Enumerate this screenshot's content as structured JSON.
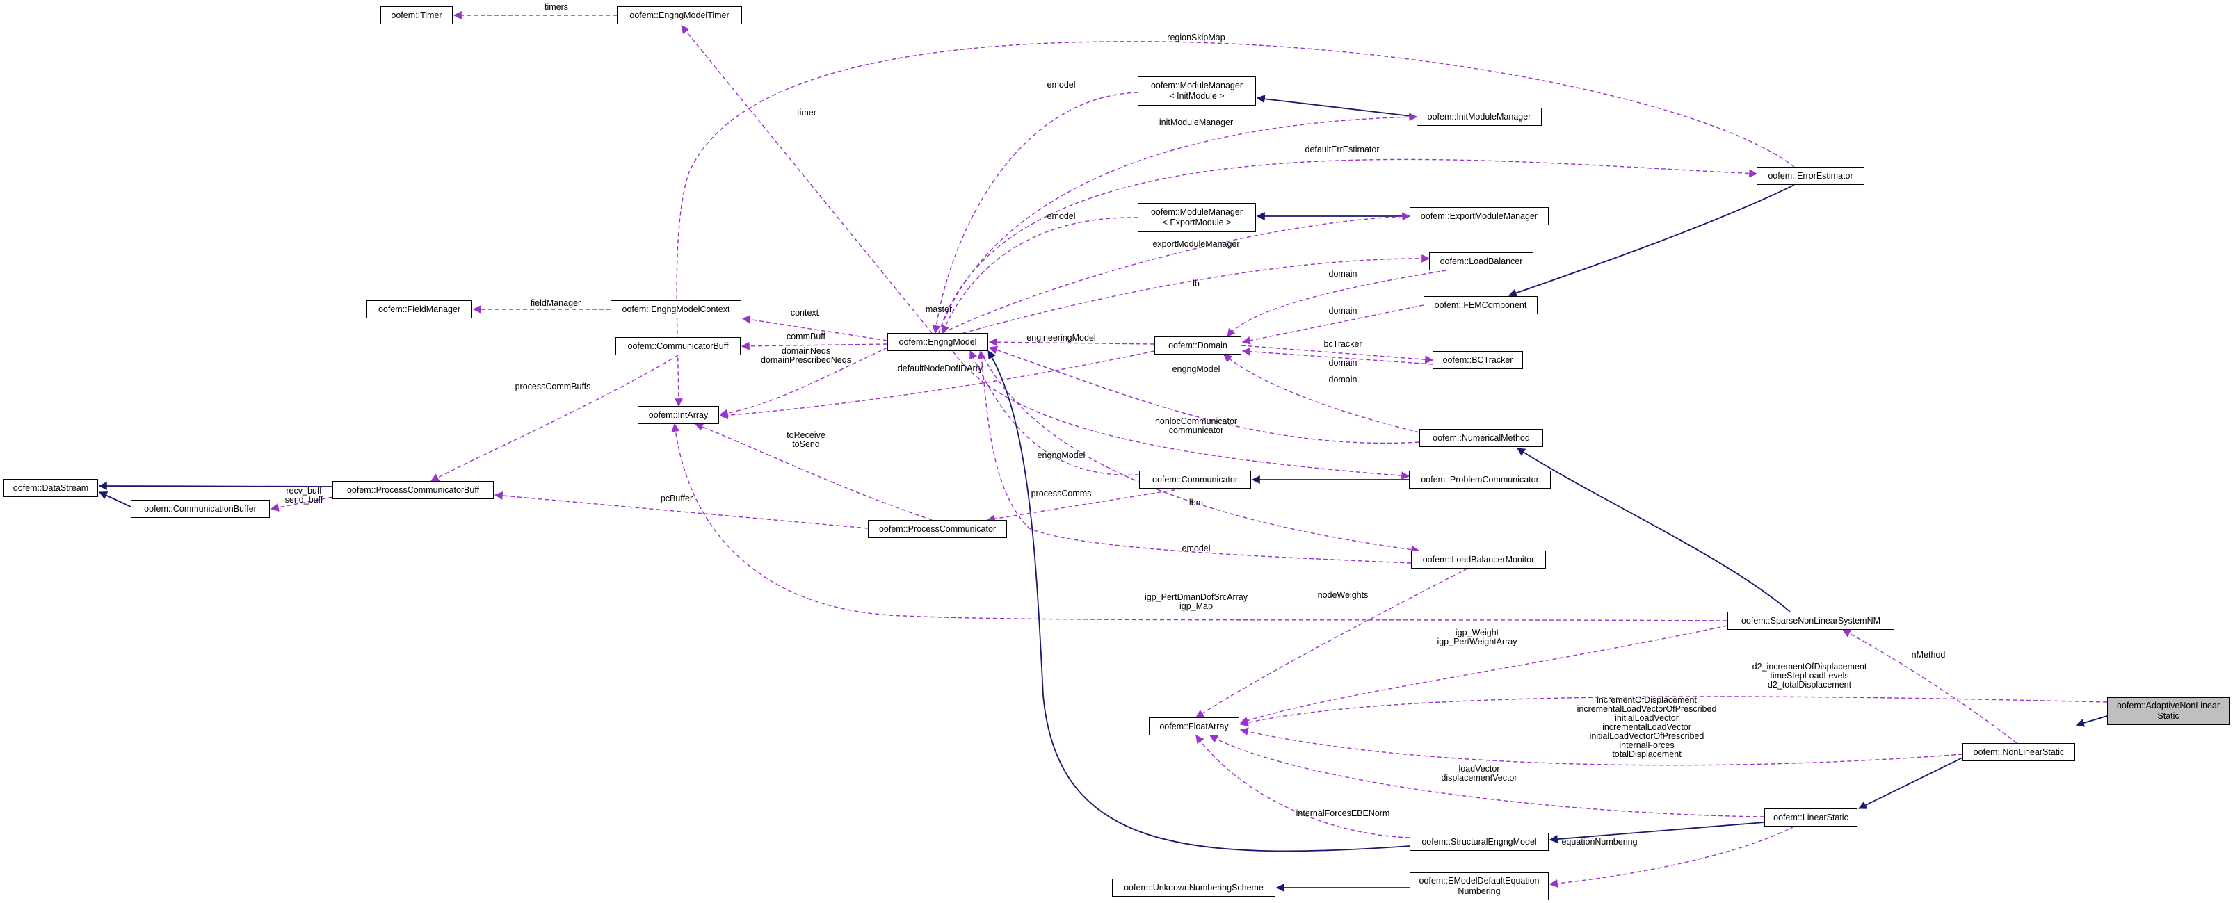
{
  "colors": {
    "inherit": "#191970",
    "usage": "#9a32cd",
    "highlight": "#bfbfbf"
  },
  "nodes": {
    "timer": "oofem::Timer",
    "engngModelTimer": "oofem::EngngModelTimer",
    "fieldManager": "oofem::FieldManager",
    "engngModelContext": "oofem::EngngModelContext",
    "communicatorBuff": "oofem::CommunicatorBuff",
    "intArray": "oofem::IntArray",
    "dataStream": "oofem::DataStream",
    "processCommunicatorBuff": "oofem::ProcessCommunicatorBuff",
    "communicationBuffer": "oofem::CommunicationBuffer",
    "processCommunicator": "oofem::ProcessCommunicator",
    "engngModel": "oofem::EngngModel",
    "moduleManagerInit": [
      "oofem::ModuleManager",
      "< InitModule >"
    ],
    "initModuleManager": "oofem::InitModuleManager",
    "moduleManagerExport": [
      "oofem::ModuleManager",
      "< ExportModule >"
    ],
    "exportModuleManager": "oofem::ExportModuleManager",
    "loadBalancer": "oofem::LoadBalancer",
    "femComponent": "oofem::FEMComponent",
    "domain": "oofem::Domain",
    "bcTracker": "oofem::BCTracker",
    "numericalMethod": "oofem::NumericalMethod",
    "communicator": "oofem::Communicator",
    "problemCommunicator": "oofem::ProblemCommunicator",
    "loadBalancerMonitor": "oofem::LoadBalancerMonitor",
    "errorEstimator": "oofem::ErrorEstimator",
    "sparseNonLinearSystemNM": "oofem::SparseNonLinearSystemNM",
    "floatArray": "oofem::FloatArray",
    "adaptiveNonLinearStatic": [
      "oofem::AdaptiveNonLinear",
      "Static"
    ],
    "nonLinearStatic": "oofem::NonLinearStatic",
    "linearStatic": "oofem::LinearStatic",
    "structuralEngngModel": "oofem::StructuralEngngModel",
    "unknownNumberingScheme": "oofem::UnknownNumberingScheme",
    "eModelDefaultEquationNumbering": [
      "oofem::EModelDefaultEquation",
      "Numbering"
    ]
  },
  "edge_labels": {
    "timers": [
      "timers"
    ],
    "regionSkipMap": [
      "regionSkipMap"
    ],
    "timer": [
      "timer"
    ],
    "emodel_init": [
      "emodel"
    ],
    "initModuleManager": [
      "initModuleManager"
    ],
    "defaultErrEstimator": [
      "defaultErrEstimator"
    ],
    "emodel_export": [
      "emodel"
    ],
    "exportModuleManager": [
      "exportModuleManager"
    ],
    "fieldManager": [
      "fieldManager"
    ],
    "master": [
      "master"
    ],
    "context": [
      "context"
    ],
    "lb": [
      "lb"
    ],
    "domain_lb": [
      "domain"
    ],
    "domain_fem": [
      "domain"
    ],
    "commBuff": [
      "commBuff"
    ],
    "domainNeqs": [
      "domainNeqs",
      "domainPrescribedNeqs"
    ],
    "engineeringModel": [
      "engineeringModel"
    ],
    "bcTracker": [
      "bcTracker"
    ],
    "domain_bct": [
      "domain"
    ],
    "domain_nm": [
      "domain"
    ],
    "defaultNodeDofIDArry": [
      "defaultNodeDofIDArry"
    ],
    "engngModel_dom": [
      "engngModel"
    ],
    "processCommBuffs": [
      "processCommBuffs"
    ],
    "toReceive": [
      "toReceive",
      "toSend"
    ],
    "nonlocCommunicator": [
      "nonlocCommunicator",
      "communicator"
    ],
    "engngModel_comm": [
      "engngModel"
    ],
    "recv_buff": [
      "recv_buff",
      "send_buff"
    ],
    "pcBuffer": [
      "pcBuffer"
    ],
    "processComms": [
      "processComms"
    ],
    "lbm": [
      "lbm"
    ],
    "emodel_lbm": [
      "emodel"
    ],
    "nodeWeights": [
      "nodeWeights"
    ],
    "igp_PertDman": [
      "igp_PertDmanDofSrcArray",
      "igp_Map"
    ],
    "igp_Weight": [
      "igp_Weight",
      "igp_PertWeightArray"
    ],
    "nMethod": [
      "nMethod"
    ],
    "d2_increment": [
      "d2_incrementOfDisplacement",
      "timeStepLoadLevels",
      "d2_totalDisplacement"
    ],
    "incrementOfDisplacement": [
      "incrementOfDisplacement",
      "incrementalLoadVectorOfPrescribed",
      "initialLoadVector",
      "incrementalLoadVector",
      "initialLoadVectorOfPrescribed",
      "internalForces",
      "totalDisplacement"
    ],
    "loadVector": [
      "loadVector",
      "displacementVector"
    ],
    "internalForcesEBENorm": [
      "internalForcesEBENorm"
    ],
    "equationNumbering": [
      "equationNumbering"
    ]
  }
}
